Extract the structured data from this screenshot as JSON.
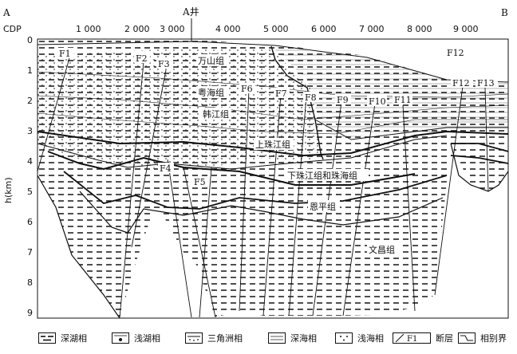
{
  "section": {
    "start_label": "A",
    "end_label": "B",
    "well_label": "A井",
    "cdp_label": "CDP",
    "x_ticks": [
      "1 000",
      "2 000",
      "3 000",
      "4 000",
      "5 000",
      "6 000",
      "7 000",
      "8 000",
      "9 000"
    ],
    "y_ticks": [
      "0",
      "1",
      "2",
      "3",
      "4",
      "5",
      "6",
      "7",
      "8",
      "9"
    ],
    "y_axis_label": "h(km)"
  },
  "faults": [
    "F1",
    "F2",
    "F3",
    "F4",
    "F5",
    "F6",
    "F7",
    "F8",
    "F9",
    "F10",
    "F11",
    "F12",
    "F12",
    "F13"
  ],
  "formations": [
    "万山组",
    "粤海组",
    "韩江组",
    "上珠江组",
    "下珠江组和珠海组",
    "恩平组",
    "文昌组"
  ],
  "legend": [
    {
      "label": "深湖相",
      "icon": "deep-lake-icon"
    },
    {
      "label": "浅湖相",
      "icon": "shallow-lake-icon"
    },
    {
      "label": "三角洲相",
      "icon": "delta-icon"
    },
    {
      "label": "深海相",
      "icon": "deep-sea-icon"
    },
    {
      "label": "浅海相",
      "icon": "shallow-sea-icon"
    },
    {
      "label": "断层",
      "icon": "fault-icon",
      "sample": "F1"
    },
    {
      "label": "相别界",
      "icon": "facies-boundary-icon"
    }
  ]
}
